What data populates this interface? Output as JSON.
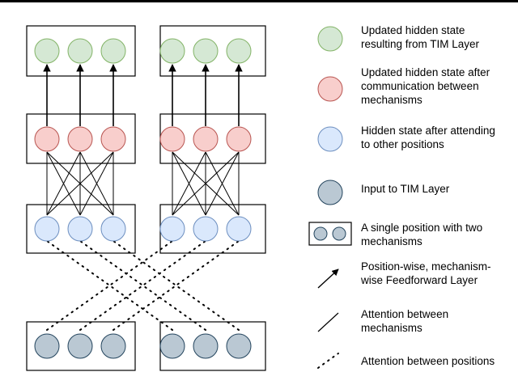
{
  "colors": {
    "green_fill": "#d5e8d4",
    "green_stroke": "#82b366",
    "red_fill": "#f8cecc",
    "red_stroke": "#b85450",
    "blue_fill": "#dae8fc",
    "blue_stroke": "#6c8ebf",
    "gray_fill": "#bac8d3",
    "gray_stroke": "#23445d",
    "line": "#000000"
  },
  "legend": {
    "green": [
      "Updated hidden state",
      "resulting from TIM Layer"
    ],
    "red": [
      "Updated hidden state after",
      "communication between",
      "mechanisms"
    ],
    "blue": [
      "Hidden state after attending",
      "to other positions"
    ],
    "gray": [
      "Input to TIM Layer"
    ],
    "position": [
      "A single position with two",
      "mechanisms"
    ],
    "arrow": [
      "Position-wise, mechanism-",
      "wise Feedforward Layer"
    ],
    "solid": [
      "Attention between",
      "mechanisms"
    ],
    "dotted": [
      "Attention between positions"
    ]
  }
}
